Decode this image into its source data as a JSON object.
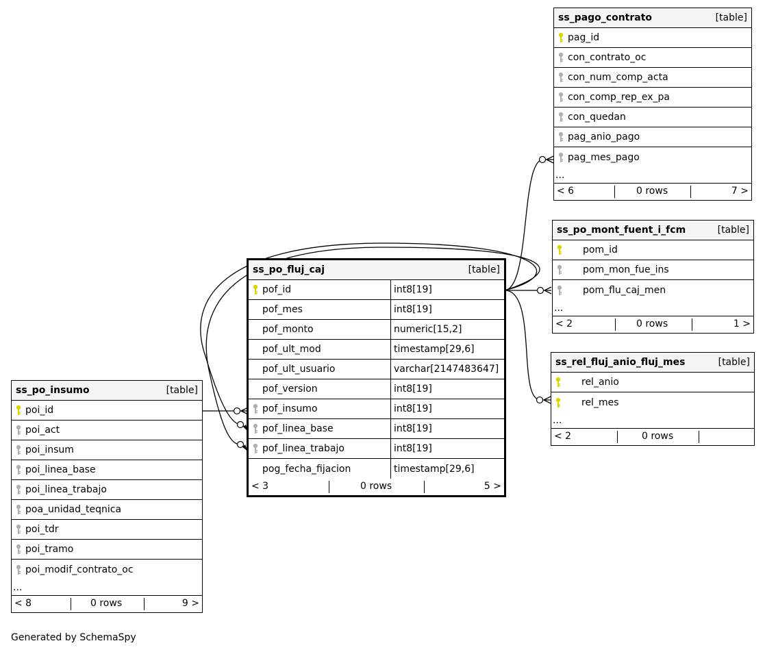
{
  "colors": {
    "primary_key": "#d8d800",
    "foreign_key": "#b0b0b0",
    "header_bg": "#f4f4f4",
    "line": "#000000"
  },
  "icons": {
    "primary_key": "yellow-key-icon",
    "foreign_key": "gray-key-icon"
  },
  "tables": {
    "ss_pago_contrato": {
      "name": "ss_pago_contrato",
      "tag": "[table]",
      "columns": [
        {
          "name": "pag_id",
          "key": "pk"
        },
        {
          "name": "con_contrato_oc",
          "key": "fk"
        },
        {
          "name": "con_num_comp_acta",
          "key": "fk"
        },
        {
          "name": "con_comp_rep_ex_pa",
          "key": "fk"
        },
        {
          "name": "con_quedan",
          "key": "fk"
        },
        {
          "name": "pag_anio_pago",
          "key": "fk"
        },
        {
          "name": "pag_mes_pago",
          "key": "fk"
        }
      ],
      "ellipsis": "...",
      "footer": {
        "parents": "< 6",
        "rows": "0 rows",
        "children": "7 >"
      }
    },
    "ss_po_mont_fuent_i_fcm": {
      "name": "ss_po_mont_fuent_i_fcm",
      "tag": "[table]",
      "columns": [
        {
          "name": "pom_id",
          "key": "pk"
        },
        {
          "name": "pom_mon_fue_ins",
          "key": "fk"
        },
        {
          "name": "pom_flu_caj_men",
          "key": "fk"
        }
      ],
      "ellipsis": "...",
      "footer": {
        "parents": "< 2",
        "rows": "0 rows",
        "children": "1 >"
      }
    },
    "ss_rel_fluj_anio_fluj_mes": {
      "name": "ss_rel_fluj_anio_fluj_mes",
      "tag": "[table]",
      "columns": [
        {
          "name": "rel_anio",
          "key": "pk"
        },
        {
          "name": "rel_mes",
          "key": "pk"
        }
      ],
      "ellipsis": "...",
      "footer": {
        "parents": "< 2",
        "rows": "0 rows",
        "children": ""
      }
    },
    "ss_po_fluj_caj": {
      "name": "ss_po_fluj_caj",
      "tag": "[table]",
      "columns": [
        {
          "name": "pof_id",
          "type": "int8[19]",
          "key": "pk"
        },
        {
          "name": "pof_mes",
          "type": "int8[19]",
          "key": "none"
        },
        {
          "name": "pof_monto",
          "type": "numeric[15,2]",
          "key": "none"
        },
        {
          "name": "pof_ult_mod",
          "type": "timestamp[29,6]",
          "key": "none"
        },
        {
          "name": "pof_ult_usuario",
          "type": "varchar[2147483647]",
          "key": "none"
        },
        {
          "name": "pof_version",
          "type": "int8[19]",
          "key": "none"
        },
        {
          "name": "pof_insumo",
          "type": "int8[19]",
          "key": "fk"
        },
        {
          "name": "pof_linea_base",
          "type": "int8[19]",
          "key": "fk"
        },
        {
          "name": "pof_linea_trabajo",
          "type": "int8[19]",
          "key": "fk"
        },
        {
          "name": "pog_fecha_fijacion",
          "type": "timestamp[29,6]",
          "key": "none"
        }
      ],
      "footer": {
        "parents": "< 3",
        "rows": "0 rows",
        "children": "5 >"
      }
    },
    "ss_po_insumo": {
      "name": "ss_po_insumo",
      "tag": "[table]",
      "columns": [
        {
          "name": "poi_id",
          "key": "pk"
        },
        {
          "name": "poi_act",
          "key": "fk"
        },
        {
          "name": "poi_insum",
          "key": "fk"
        },
        {
          "name": "poi_linea_base",
          "key": "fk"
        },
        {
          "name": "poi_linea_trabajo",
          "key": "fk"
        },
        {
          "name": "poa_unidad_teqnica",
          "key": "fk"
        },
        {
          "name": "poi_tdr",
          "key": "fk"
        },
        {
          "name": "poi_tramo",
          "key": "fk"
        },
        {
          "name": "poi_modif_contrato_oc",
          "key": "fk"
        }
      ],
      "ellipsis": "...",
      "footer": {
        "parents": "< 8",
        "rows": "0 rows",
        "children": "9 >"
      }
    }
  },
  "footer_note": "Generated by SchemaSpy"
}
